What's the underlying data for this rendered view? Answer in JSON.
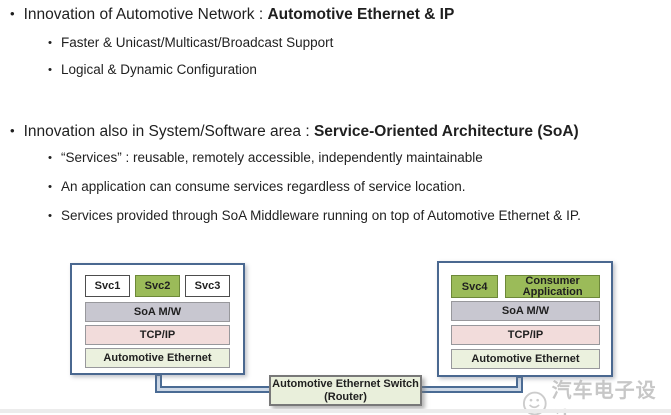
{
  "bullets": [
    {
      "text": "Innovation of Automotive Network : ",
      "bold": "Automotive Ethernet & IP"
    },
    {
      "text": "Faster & Unicast/Multicast/Broadcast Support"
    },
    {
      "text": "Logical & Dynamic Configuration"
    },
    {
      "text": "Innovation also in System/Software area : ",
      "bold": "Service-Oriented Architecture (SoA)"
    },
    {
      "text": "“Services” : reusable, remotely accessible, independently maintainable"
    },
    {
      "text": "An application can consume services regardless of service location."
    },
    {
      "text": "Services provided through SoA Middleware running on top of Automotive Ethernet & IP."
    }
  ],
  "diagram": {
    "left_stack": {
      "services": [
        "Svc1",
        "Svc2",
        "Svc3"
      ],
      "highlighted_service": "Svc2",
      "layers": [
        "SoA M/W",
        "TCP/IP",
        "Automotive Ethernet"
      ]
    },
    "right_stack": {
      "service": "Svc4",
      "consumer_line1": "Consumer",
      "consumer_line2": "Application",
      "layers": [
        "SoA M/W",
        "TCP/IP",
        "Automotive Ethernet"
      ]
    },
    "switch": {
      "line1": "Automotive Ethernet Switch",
      "line2": "(Router)"
    }
  },
  "watermark": {
    "text": "汽车电子设计"
  },
  "colors": {
    "accent_green": "#9bbb59",
    "green_border": "#6d8839",
    "gray_layer": "#c8c7d0",
    "pink_layer": "#f2dcdb",
    "lightgreen_layer": "#ebf1de",
    "stack_border": "#4a6890",
    "connector_dark": "#4a6b94",
    "connector_light": "#cdd8e6",
    "switch_fill": "#e9efdb",
    "watermark_gray": "#b5b5b5"
  }
}
